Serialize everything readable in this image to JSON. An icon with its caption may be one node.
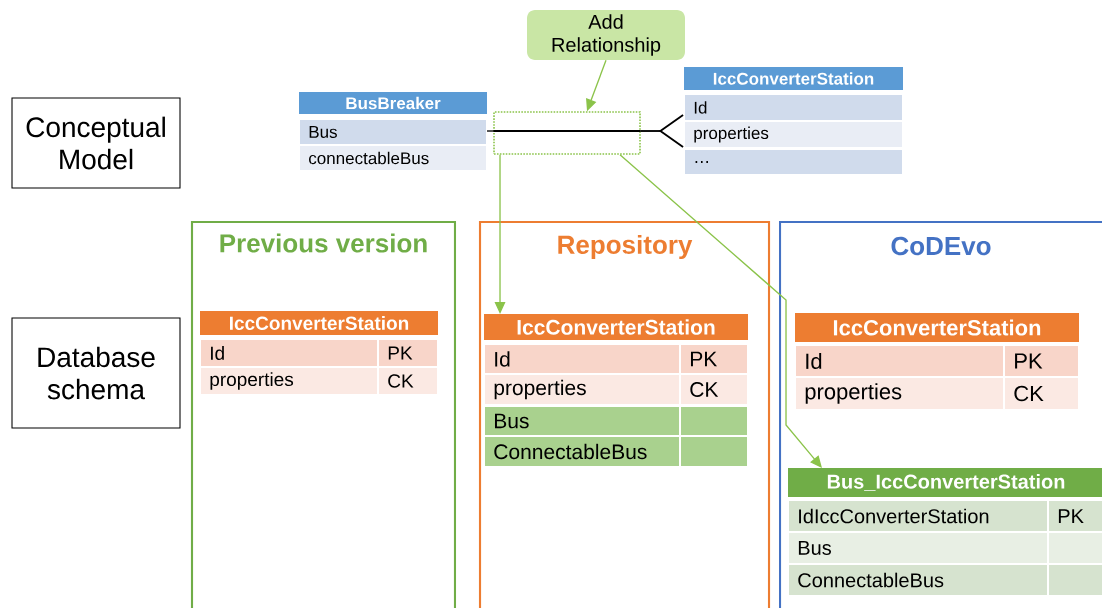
{
  "diagram": {
    "nodes": [
      {
        "text": [
          "Add Relationship"
        ]
      },
      {
        "text": [
          "Conceptual Model"
        ]
      },
      {
        "text": [
          "BusBreaker",
          "Bus",
          "connectableBus"
        ]
      },
      {
        "text": [
          "IccConverterStation",
          "Id",
          "properties",
          "…"
        ]
      },
      {
        "text": [],
        "shape": "box"
      },
      {
        "text": [
          "Database schema"
        ]
      },
      {
        "text": [
          "Previous version"
        ]
      },
      {
        "text": [
          "IccConverterStation",
          "Id",
          "PK",
          "properties",
          "CK"
        ],
        "in": 6
      },
      {
        "text": [
          "Repository"
        ]
      },
      {
        "text": [
          "IccConverterStation",
          "Id",
          "PK",
          "properties",
          "CK",
          "Bus",
          "ConnectableBus"
        ],
        "in": 8
      },
      {
        "text": [
          "CoDEvo"
        ]
      },
      {
        "text": [
          "IccConverterStation",
          "Id",
          "PK",
          "properties",
          "CK"
        ],
        "in": 10
      },
      {
        "text": [
          "Bus_IccConverterStation",
          "IdIccConverterStation",
          "PK",
          "Bus",
          "ConnectableBus"
        ],
        "in": 10
      }
    ],
    "edges": [
      {
        "from": 0,
        "to": 4,
        "arrow": "to"
      },
      {
        "from": 4,
        "to": 9,
        "arrow": "to"
      },
      {
        "from": 4,
        "to": 12,
        "arrow": "to"
      },
      {
        "from": 2,
        "to": 4,
        "arrow": "none",
        "color": "#000000"
      },
      {
        "from": 4,
        "to": 3,
        "arrow": "other",
        "color": "#000000"
      }
    ]
  }
}
